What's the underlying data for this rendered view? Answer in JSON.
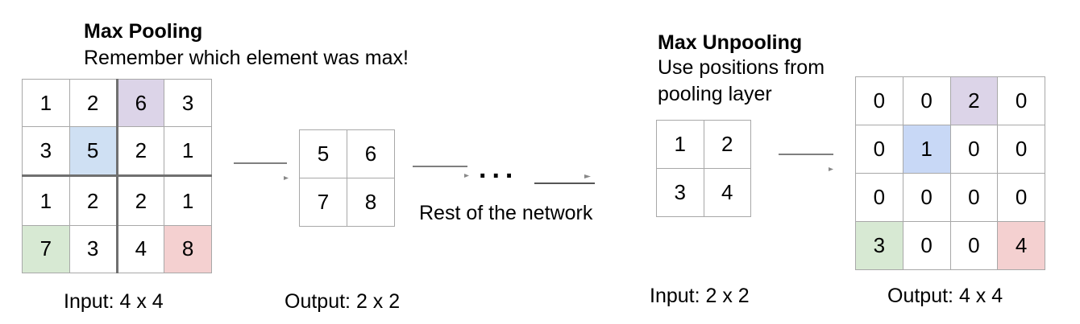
{
  "colors": {
    "purple": "#dcd4e8",
    "blue": "#cfe0f3",
    "green": "#d7e9d3",
    "red": "#f4d0d0",
    "unpool_blue": "#c8d8f6"
  },
  "pooling": {
    "title": "Max Pooling",
    "subtitle": "Remember which element was max!",
    "input": {
      "caption": "Input: 4 x 4",
      "rows": [
        [
          "1",
          "2",
          "6",
          "3"
        ],
        [
          "3",
          "5",
          "2",
          "1"
        ],
        [
          "1",
          "2",
          "2",
          "1"
        ],
        [
          "7",
          "3",
          "4",
          "8"
        ]
      ]
    },
    "output": {
      "caption": "Output: 2 x 2",
      "rows": [
        [
          "5",
          "6"
        ],
        [
          "7",
          "8"
        ]
      ]
    }
  },
  "network": {
    "dots": "...",
    "label": "Rest of the network"
  },
  "unpooling": {
    "title": "Max Unpooling",
    "subtitle_line1": "Use positions from",
    "subtitle_line2": "pooling layer",
    "input": {
      "caption": "Input: 2 x 2",
      "rows": [
        [
          "1",
          "2"
        ],
        [
          "3",
          "4"
        ]
      ]
    },
    "output": {
      "caption": "Output: 4 x 4",
      "rows": [
        [
          "0",
          "0",
          "2",
          "0"
        ],
        [
          "0",
          "1",
          "0",
          "0"
        ],
        [
          "0",
          "0",
          "0",
          "0"
        ],
        [
          "3",
          "0",
          "0",
          "4"
        ]
      ]
    }
  }
}
